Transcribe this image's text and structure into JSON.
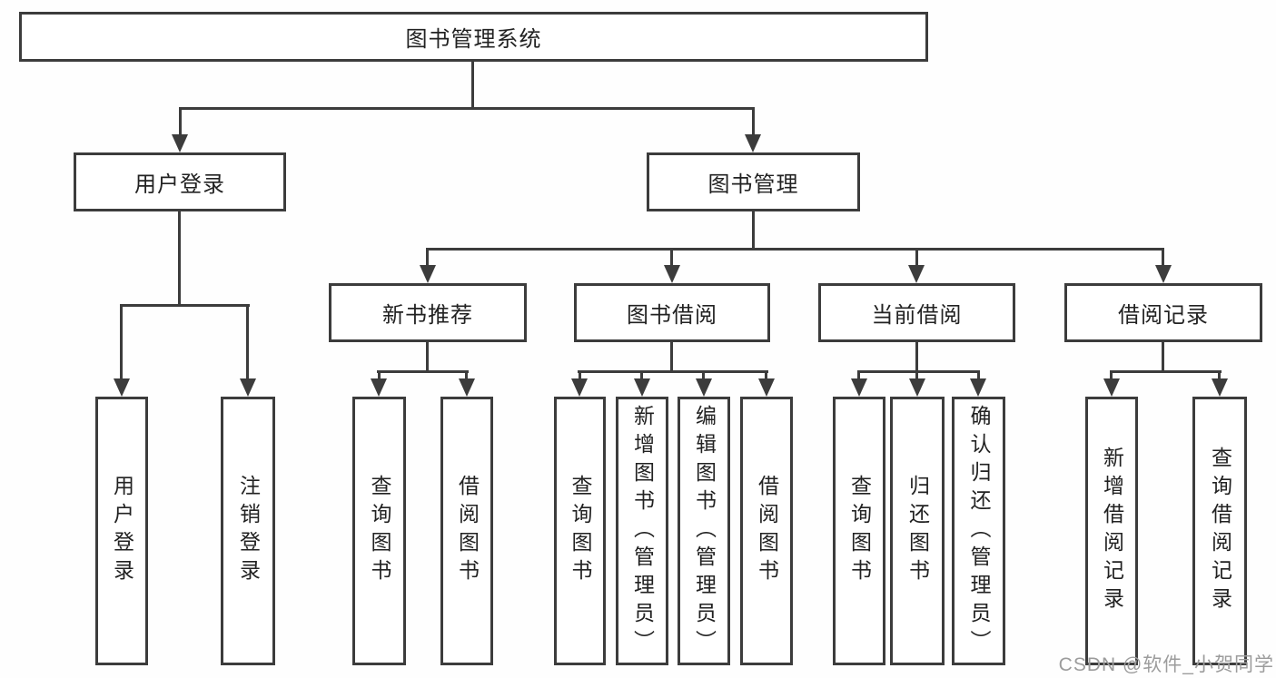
{
  "diagram": {
    "type": "hierarchy",
    "tree": {
      "label": "图书管理系统",
      "children": [
        {
          "label": "用户登录",
          "children": [
            {
              "label": "用户登录"
            },
            {
              "label": "注销登录"
            }
          ]
        },
        {
          "label": "图书管理",
          "children": [
            {
              "label": "新书推荐",
              "children": [
                {
                  "label": "查询图书"
                },
                {
                  "label": "借阅图书"
                }
              ]
            },
            {
              "label": "图书借阅",
              "children": [
                {
                  "label": "查询图书"
                },
                {
                  "label": "新增图书（管理员）"
                },
                {
                  "label": "编辑图书（管理员）"
                },
                {
                  "label": "借阅图书"
                }
              ]
            },
            {
              "label": "当前借阅",
              "children": [
                {
                  "label": "查询图书"
                },
                {
                  "label": "归还图书"
                },
                {
                  "label": "确认归还（管理员）"
                }
              ]
            },
            {
              "label": "借阅记录",
              "children": [
                {
                  "label": "新增借阅记录"
                },
                {
                  "label": "查询借阅记录"
                }
              ]
            }
          ]
        }
      ]
    },
    "colors": {
      "line": "#3c3c3c",
      "box_border": "#3c3c3c",
      "text": "#222222",
      "background": "#fefefe",
      "watermark_text": "#9c9c9c"
    }
  },
  "watermark": {
    "text": "CSDN @软件_小贺同学"
  }
}
